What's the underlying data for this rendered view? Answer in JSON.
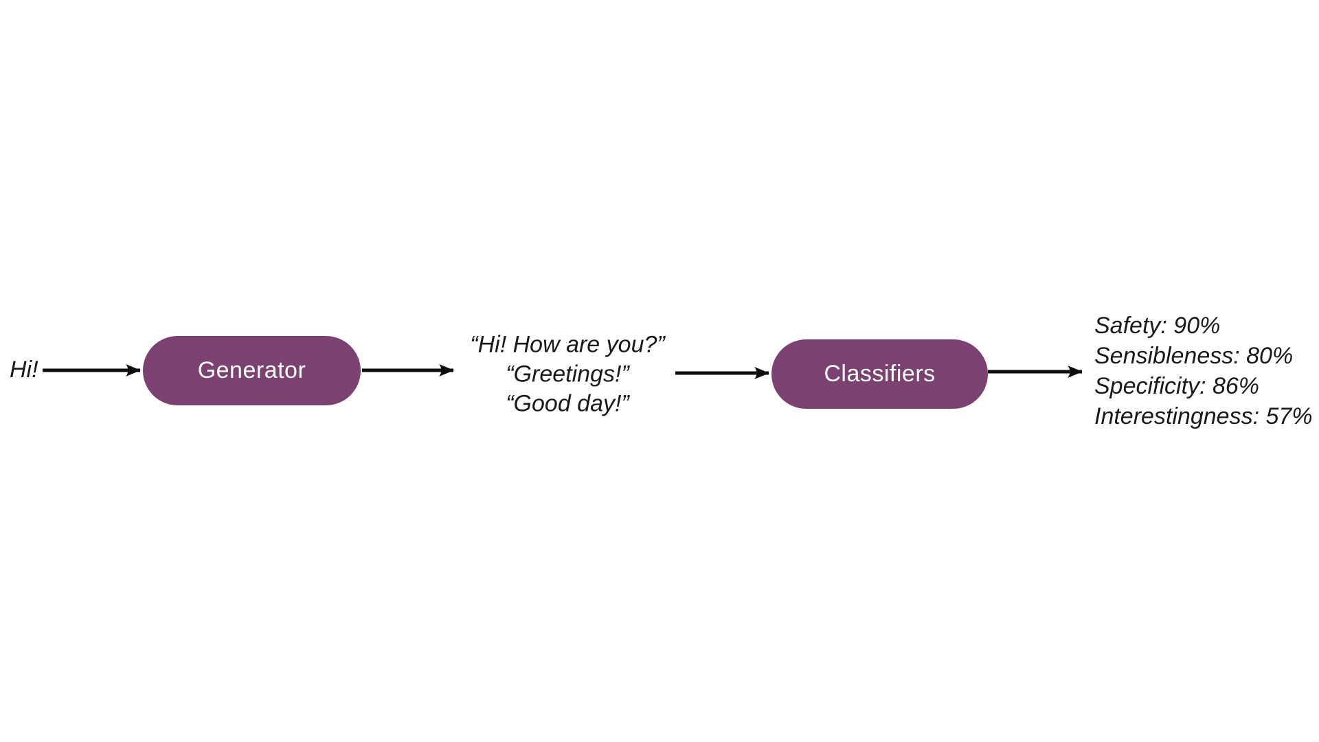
{
  "theme": {
    "accent": "#7B4170",
    "text": "#1A1A1A",
    "background": "#FFFFFF",
    "arrow": "#0D0D0D",
    "pill_text": "#FFFFFF"
  },
  "icons": {
    "arrow_right": "→"
  },
  "diagram": {
    "input_label": "Hi!",
    "generator": {
      "label": "Generator"
    },
    "candidates": {
      "lines": [
        "“Hi! How are you?”",
        "“Greetings!”",
        "“Good day!”"
      ]
    },
    "classifiers": {
      "label": "Classifiers"
    },
    "scores": {
      "lines": [
        "Safety: 90%",
        "Sensibleness: 80%",
        "Specificity: 86%",
        "Interestingness: 57%"
      ]
    }
  }
}
